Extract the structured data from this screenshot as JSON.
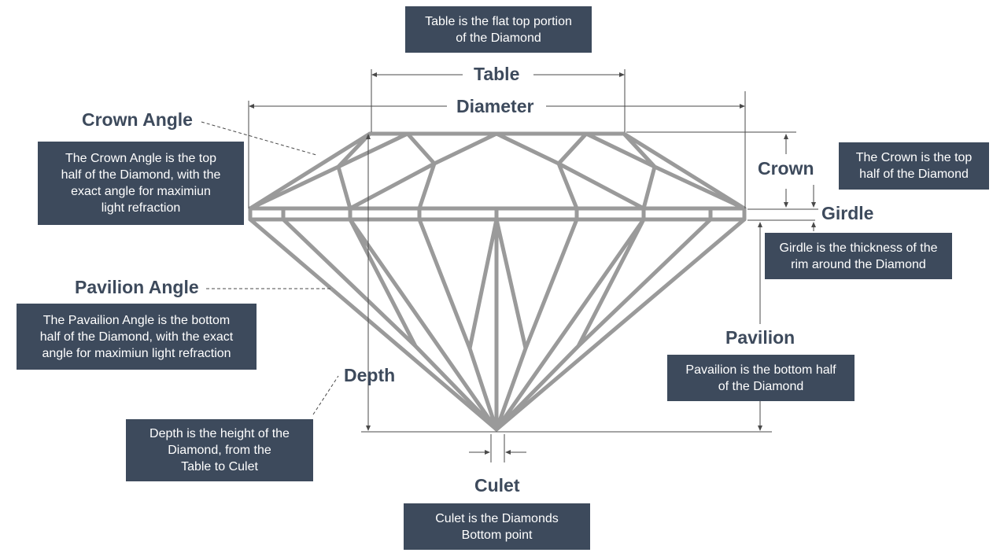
{
  "labels": {
    "table": "Table",
    "diameter": "Diameter",
    "crown_angle": "Crown Angle",
    "crown": "Crown",
    "girdle": "Girdle",
    "pavilion_angle": "Pavilion Angle",
    "pavilion": "Pavilion",
    "depth": "Depth",
    "culet": "Culet"
  },
  "descriptions": {
    "table": "Table is the flat top portion\nof the  Diamond",
    "crown_angle": "The Crown Angle is the top\nhalf of the Diamond, with the\nexact angle for maximiun\nlight refraction",
    "crown": "The Crown is the top\nhalf of the Diamond",
    "girdle": "Girdle is the thickness of the\nrim around the Diamond",
    "pavilion_angle": "The Pavailion Angle is the bottom\nhalf of the Diamond, with the exact\nangle for maximiun light refraction",
    "pavilion": "Pavailion is the bottom half\nof the Diamond",
    "depth": "Depth is the height of the\nDiamond, from the\nTable to Culet",
    "culet": "Culet is the Diamonds\nBottom point"
  },
  "colors": {
    "label_text": "#3d4a5c",
    "box_background": "#3d4a5c",
    "box_text": "#ffffff",
    "diamond_stroke": "#9a9a9a",
    "dimension_line": "#4a4a4a"
  }
}
